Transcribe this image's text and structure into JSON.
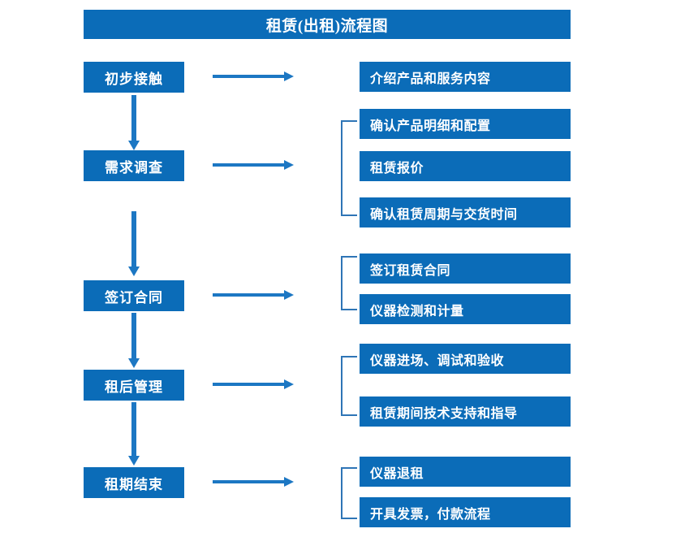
{
  "title": "租赁(出租)流程图",
  "colors": {
    "box_fill": "#0B6CB8",
    "box_text": "#FFFFFF",
    "arrow": "#1C77C3",
    "bracket": "#2E75B6",
    "background": "#FFFFFF"
  },
  "stages": [
    {
      "label": "初步接触"
    },
    {
      "label": "需求调查"
    },
    {
      "label": "签订合同"
    },
    {
      "label": "租后管理"
    },
    {
      "label": "租期结束"
    }
  ],
  "details": {
    "group1": [
      {
        "label": "介绍产品和服务内容"
      }
    ],
    "group2": [
      {
        "label": "确认产品明细和配置"
      },
      {
        "label": "租赁报价"
      },
      {
        "label": "确认租赁周期与交货时间"
      }
    ],
    "group3": [
      {
        "label": "签订租赁合同"
      },
      {
        "label": "仪器检测和计量"
      }
    ],
    "group4": [
      {
        "label": "仪器进场、调试和验收"
      },
      {
        "label": "租赁期间技术支持和指导"
      }
    ],
    "group5": [
      {
        "label": "仪器退租"
      },
      {
        "label": "开具发票，付款流程"
      }
    ]
  }
}
